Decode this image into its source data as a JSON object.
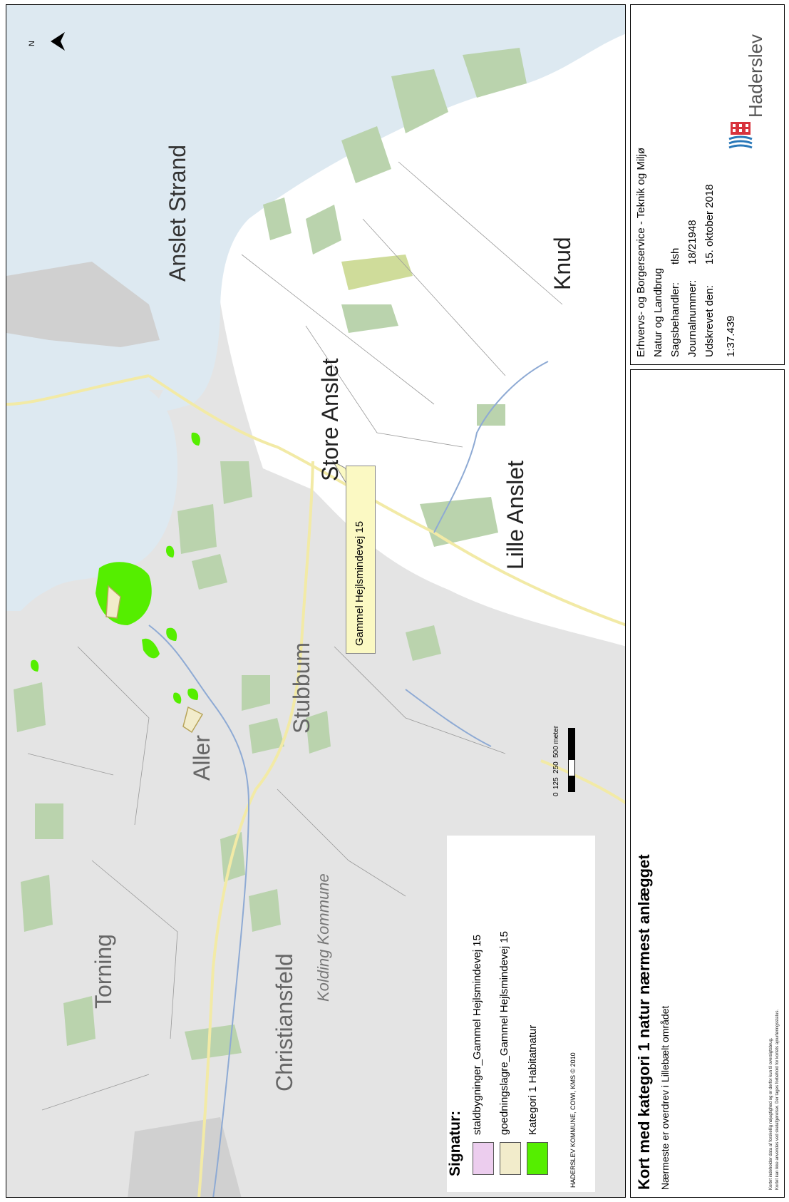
{
  "map": {
    "north_label": "N",
    "place_names": {
      "anslet_strand": "Anslet Strand",
      "store_anslet": "Store Anslet",
      "knud": "Knud",
      "lille_anslet": "Lille Anslet",
      "stubbum": "Stubbum",
      "aller": "Aller",
      "torning": "Torning",
      "christiansfeld": "Christiansfeld",
      "kolding_kommune": "Kolding Kommune"
    },
    "callout_label": "Gammel Hejlsmindevej 15",
    "scale_bar": {
      "ticks": [
        "0",
        "125",
        "250",
        "500 meter"
      ]
    },
    "copyright": "HADERSLEV KOMMUNE, COWI, KMS © 2010",
    "colors": {
      "sea": "#dde9f1",
      "land": "#e4e4e4",
      "open_land": "#ffffff",
      "forest": "#bad3ad",
      "habitat": "#55ee00",
      "road": "#f2eaa6",
      "stream": "#8eaad4"
    }
  },
  "legend": {
    "heading": "Signatur:",
    "items": [
      {
        "label": "staldbygninger_Gammel Hejlsmindevej 15",
        "color": "#eccdee"
      },
      {
        "label": "goedningslagre_Gammel Hejlsmindevej 15",
        "color": "#f2eccb"
      },
      {
        "label": "Kategori 1 Habitatnatur",
        "color": "#55ee00"
      }
    ]
  },
  "title_block": {
    "title": "Kort med kategori 1 natur nærmest anlægget",
    "subtitle": "Nærmeste er overdrev i Lillebælt området",
    "disclaimer_1": "Kortet indeholder data af forskellig nøjagtighed og er derfor kun til oversigtsbrug.",
    "disclaimer_2": "Kortet kan ikke anvendes ved skelafgørelser. Der tages forbehold for kortets ajourføringsstatus."
  },
  "info_block": {
    "department": "Erhvervs- og Borgerservice - Teknik og Miljø",
    "unit": "Natur og Landbrug",
    "rows": [
      {
        "label": "Sagsbehandler:",
        "value": "tlsh"
      },
      {
        "label": "Journalnummer:",
        "value": "18/21948"
      },
      {
        "label": "Udskrevet den:",
        "value": "15. oktober 2018"
      }
    ],
    "scale": "1:37.439",
    "logo_text": "Haderslev",
    "logo_accent": "#d8323c"
  }
}
